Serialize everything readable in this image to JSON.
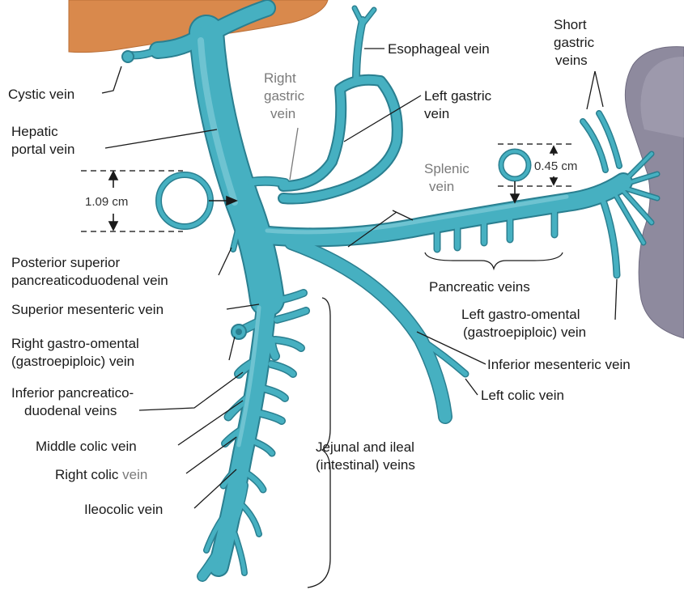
{
  "colors": {
    "vein": "#3fa7b8",
    "vein_dark": "#2a7f90",
    "vein_light": "#8fd3df",
    "liver": "#d9894c",
    "spleen": "#8e8a9e",
    "text": "#1a1a1a",
    "text_gray": "#7a7a7a"
  },
  "labels": {
    "cystic_vein": "Cystic vein",
    "hepatic_portal_1": "Hepatic",
    "hepatic_portal_2": "portal vein",
    "right_gastric_1": "Right",
    "right_gastric_2": "gastric",
    "right_gastric_3": "vein",
    "esophageal_vein": "Esophageal vein",
    "short_gastric_1": "Short",
    "short_gastric_2": "gastric",
    "short_gastric_3": "veins",
    "left_gastric_1": "Left gastric",
    "left_gastric_2": "vein",
    "splenic_1": "Splenic",
    "splenic_2": "vein",
    "posterior_sup_1": "Posterior superior",
    "posterior_sup_2": "pancreaticoduodenal vein",
    "pancreatic_veins": "Pancreatic veins",
    "superior_mesenteric": "Superior mesenteric vein",
    "left_gastro_omental_1": "Left gastro-omental",
    "left_gastro_omental_2": "(gastroepiploic) vein",
    "right_gastro_omental_1": "Right gastro-omental",
    "right_gastro_omental_2": "(gastroepiploic) vein",
    "inferior_mesenteric": "Inferior mesenteric vein",
    "left_colic": "Left colic vein",
    "inferior_pancreatico_1": "Inferior pancreatico-",
    "inferior_pancreatico_2": "duodenal veins",
    "middle_colic": "Middle colic vein",
    "jejunal_1": "Jejunal and ileal",
    "jejunal_2": "(intestinal) veins",
    "right_colic_a": "Right colic ",
    "right_colic_b": "vein",
    "ileocolic": "Ileocolic vein"
  },
  "measurements": {
    "portal_diameter": "1.09 cm",
    "splenic_diameter": "0.45 cm"
  }
}
